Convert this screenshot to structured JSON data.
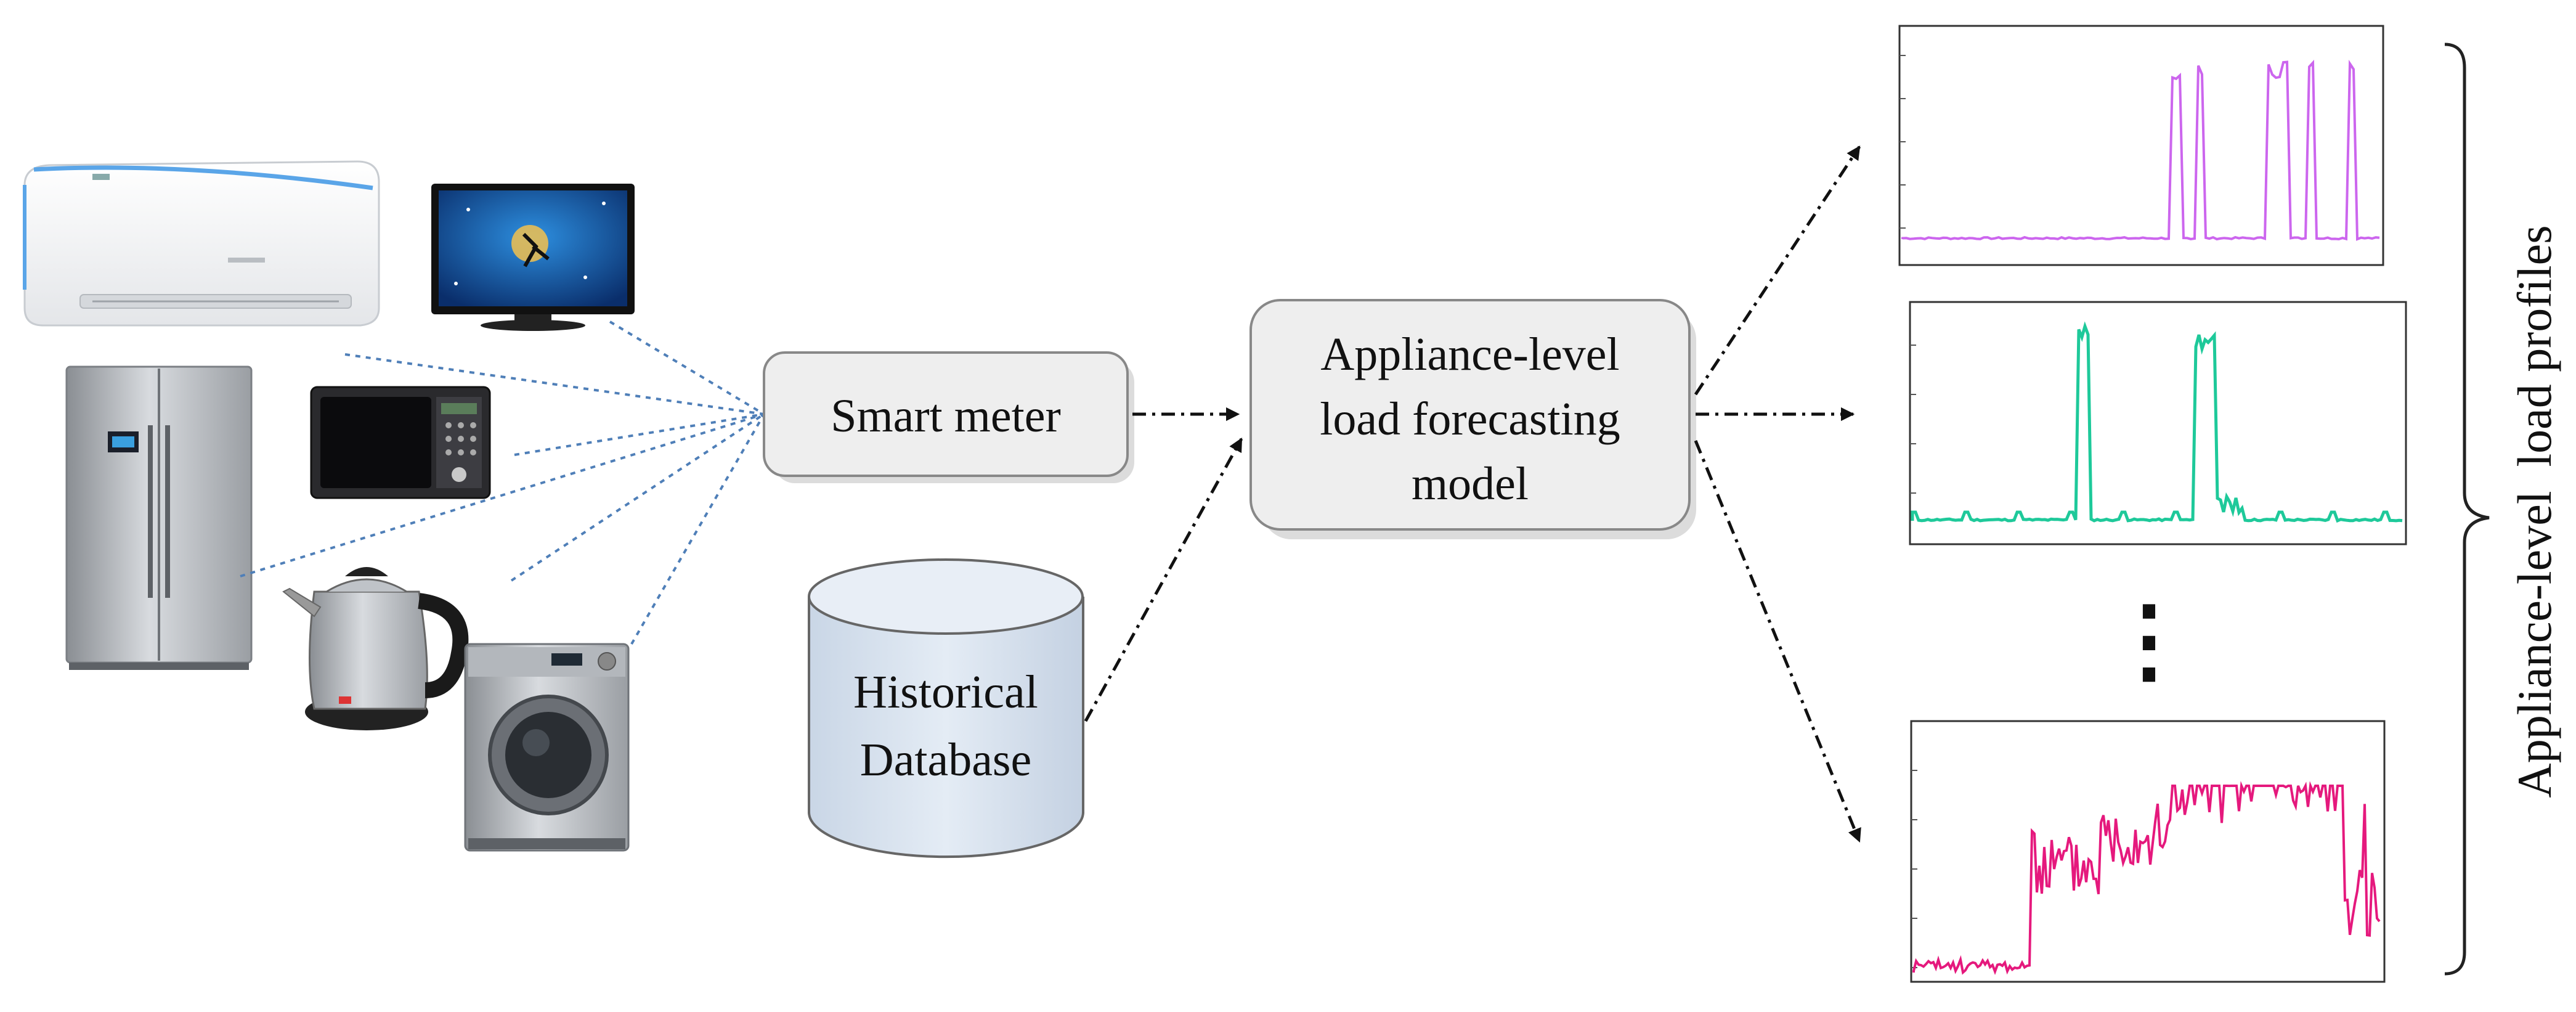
{
  "diagram": {
    "smart_meter_label": "Smart meter",
    "model_label_lines": [
      "Appliance-level",
      "load forecasting",
      "model"
    ],
    "database_label_lines": [
      "Historical",
      "Database"
    ],
    "profiles_label": "Appliance-level  load profiles",
    "ellipsis": "⋮"
  },
  "appliances": [
    {
      "name": "air-conditioner-icon"
    },
    {
      "name": "television-icon"
    },
    {
      "name": "refrigerator-icon"
    },
    {
      "name": "microwave-icon"
    },
    {
      "name": "kettle-icon"
    },
    {
      "name": "washing-machine-icon"
    }
  ],
  "colors": {
    "profile_1": "#cc66ee",
    "profile_2": "#1ec99a",
    "profile_3": "#e5197d",
    "dashed_link": "#4f7fb8",
    "box_fill": "#eeeeee",
    "database_fill": "#dce6f1"
  }
}
